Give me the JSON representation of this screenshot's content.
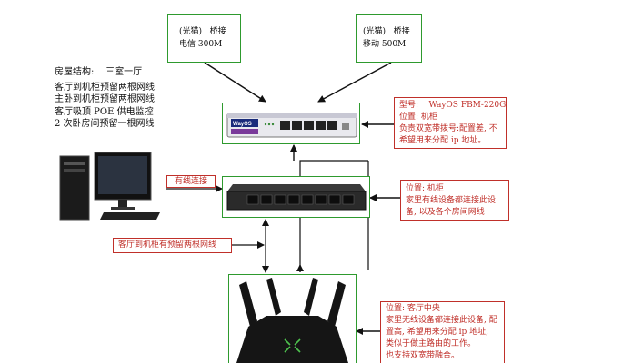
{
  "house_notes": {
    "heading_label": "房屋结构:",
    "heading_value": "三室一厅",
    "lines": [
      "客厅到机柜预留两根网线",
      "主卧到机柜预留两根网线",
      "客厅吸顶 POE 供电监控",
      "2 次卧房间预留一根网线"
    ]
  },
  "isp_left": {
    "line1_a": "(光猫)",
    "line1_b": "桥接",
    "line2": "电信 300M"
  },
  "isp_right": {
    "line1_a": "(光猫)",
    "line1_b": "桥接",
    "line2": "移动 500M"
  },
  "router": {
    "brand": "WayOS",
    "info": {
      "model_label": "型号:",
      "model_value": "WayOS FBM-220G",
      "location": "位置: 机柜",
      "desc1": "负责双宽带拨号:配置差, 不",
      "desc2": "希望用来分配 ip 地址。"
    }
  },
  "switch": {
    "wired_label": "有线连接",
    "info": {
      "location": "位置: 机柜",
      "desc1": "家里有线设备都连接此设",
      "desc2": "备, 以及各个房间网线"
    }
  },
  "living_cable_label": "客厅到机柜有预留两根网线",
  "wifi_router": {
    "info": {
      "location": "位置: 客厅中央",
      "desc1": "家里无线设备都连接此设备, 配",
      "desc2": "置高, 希望用来分配 ip 地址,",
      "desc3": "类似于做主路由的工作。",
      "desc4": "也支持双宽带融合。"
    }
  },
  "colors": {
    "green_border": "#2e9a2e",
    "red_border": "#c0302a",
    "red_text": "#c0302a",
    "arrow": "#111111"
  }
}
